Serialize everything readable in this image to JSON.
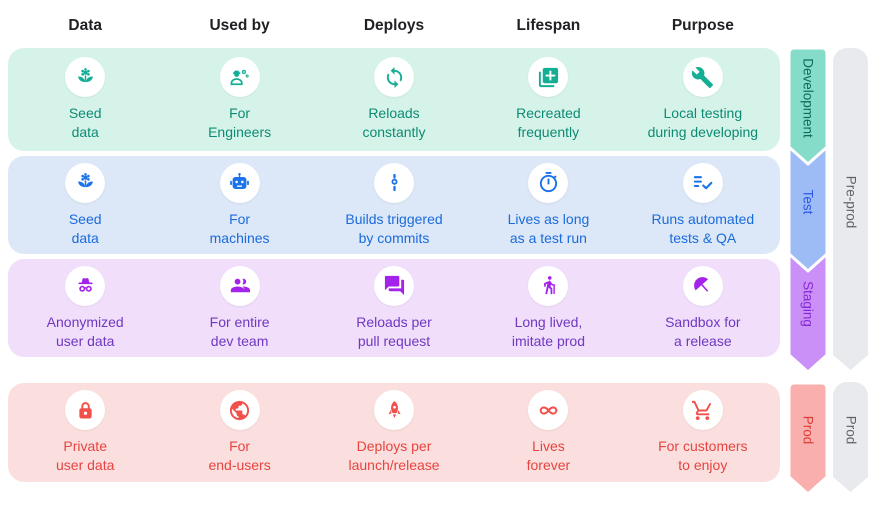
{
  "columns": [
    "Data",
    "Used by",
    "Deploys",
    "Lifespan",
    "Purpose"
  ],
  "environments": [
    {
      "name": "Development",
      "stage_group": "Pre-prod",
      "row_bg": "#D6F3EA",
      "icon_color": "#14AE94",
      "text_color": "#0D8B73",
      "ribbon_bg": "#85DCC8",
      "ribbon_text_color": "#0E6B58",
      "cells": [
        {
          "icon": "seed-icon",
          "label": "Seed\ndata"
        },
        {
          "icon": "engineers-icon",
          "label": "For\nEngineers"
        },
        {
          "icon": "reload-icon",
          "label": "Reloads\nconstantly"
        },
        {
          "icon": "add-copy-icon",
          "label": "Recreated\nfrequently"
        },
        {
          "icon": "wrench-icon",
          "label": "Local testing\nduring developing"
        }
      ]
    },
    {
      "name": "Test",
      "stage_group": "Pre-prod",
      "row_bg": "#DCE7F7",
      "icon_color": "#1A73E8",
      "text_color": "#1A6BDC",
      "ribbon_bg": "#9DBCF5",
      "ribbon_text_color": "#2B57E8",
      "cells": [
        {
          "icon": "seed-icon",
          "label": "Seed\ndata"
        },
        {
          "icon": "robot-icon",
          "label": "For\nmachines"
        },
        {
          "icon": "commit-icon",
          "label": "Builds triggered\nby commits"
        },
        {
          "icon": "timer-icon",
          "label": "Lives as long\nas a test run"
        },
        {
          "icon": "checklist-icon",
          "label": "Runs automated\ntests & QA"
        }
      ]
    },
    {
      "name": "Staging",
      "stage_group": "Pre-prod",
      "row_bg": "#F0DEFB",
      "icon_color": "#A423EB",
      "text_color": "#7038C0",
      "ribbon_bg": "#CB90F7",
      "ribbon_text_color": "#8629D3",
      "cells": [
        {
          "icon": "incognito-icon",
          "label": "Anonymized\nuser data"
        },
        {
          "icon": "group-icon",
          "label": "For entire\ndev team"
        },
        {
          "icon": "chat-icon",
          "label": "Reloads per\npull request"
        },
        {
          "icon": "hiking-icon",
          "label": "Long lived,\nimitate prod"
        },
        {
          "icon": "umbrella-icon",
          "label": "Sandbox for\na release"
        }
      ]
    },
    {
      "name": "Prod",
      "stage_group": "Prod",
      "row_bg": "#FBDFDF",
      "icon_color": "#F2504B",
      "text_color": "#E8433E",
      "ribbon_bg": "#F9AFAD",
      "ribbon_text_color": "#DD3C35",
      "cells": [
        {
          "icon": "lock-icon",
          "label": "Private\nuser data"
        },
        {
          "icon": "globe-icon",
          "label": "For\nend-users"
        },
        {
          "icon": "rocket-icon",
          "label": "Deploys per\nlaunch/release"
        },
        {
          "icon": "infinity-icon",
          "label": "Lives\nforever"
        },
        {
          "icon": "cart-icon",
          "label": "For customers\nto enjoy"
        }
      ]
    }
  ],
  "stage_ribbons": [
    {
      "label": "Pre-prod",
      "bg": "#E9EAEE",
      "text_color": "#5F6368"
    },
    {
      "label": "Prod",
      "bg": "#E9EAEE",
      "text_color": "#5F6368"
    }
  ]
}
